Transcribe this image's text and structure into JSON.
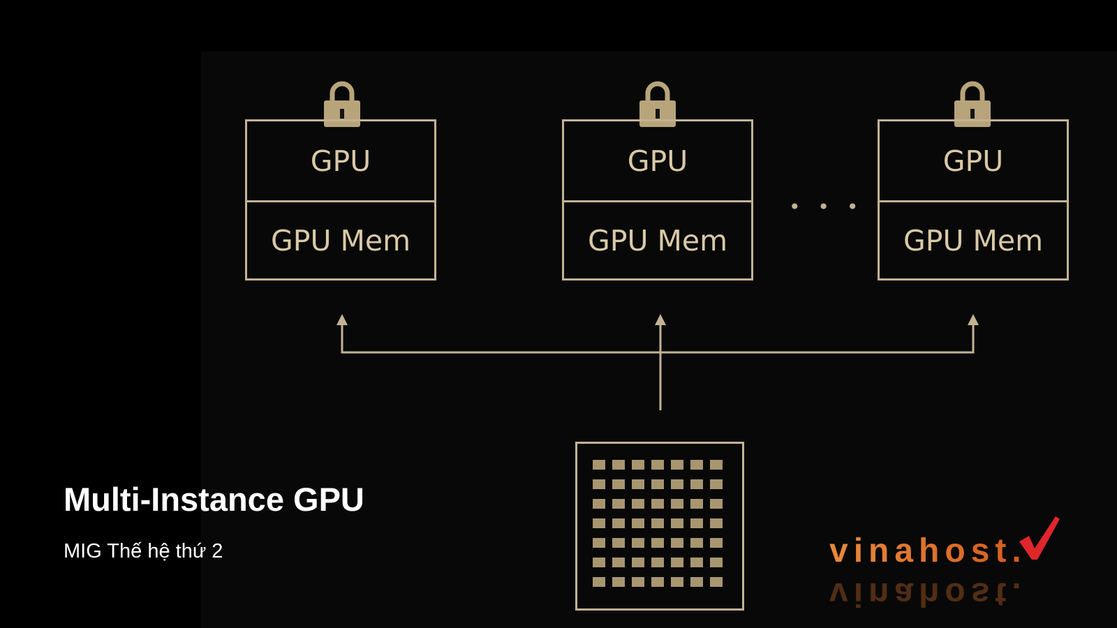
{
  "instances": [
    {
      "gpu_label": "GPU",
      "mem_label": "GPU Mem"
    },
    {
      "gpu_label": "GPU",
      "mem_label": "GPU Mem"
    },
    {
      "gpu_label": "GPU",
      "mem_label": "GPU Mem"
    }
  ],
  "ellipsis": "• • •",
  "caption": {
    "title": "Multi-Instance GPU",
    "subtitle": "MIG Thế hệ thứ 2"
  },
  "logo": {
    "text": "vinahost.",
    "colors": {
      "word": "#e07a30",
      "check": "#e0262a"
    }
  },
  "colors": {
    "line": "#c2b394",
    "text": "#d9c9a6",
    "background": "#000000"
  }
}
